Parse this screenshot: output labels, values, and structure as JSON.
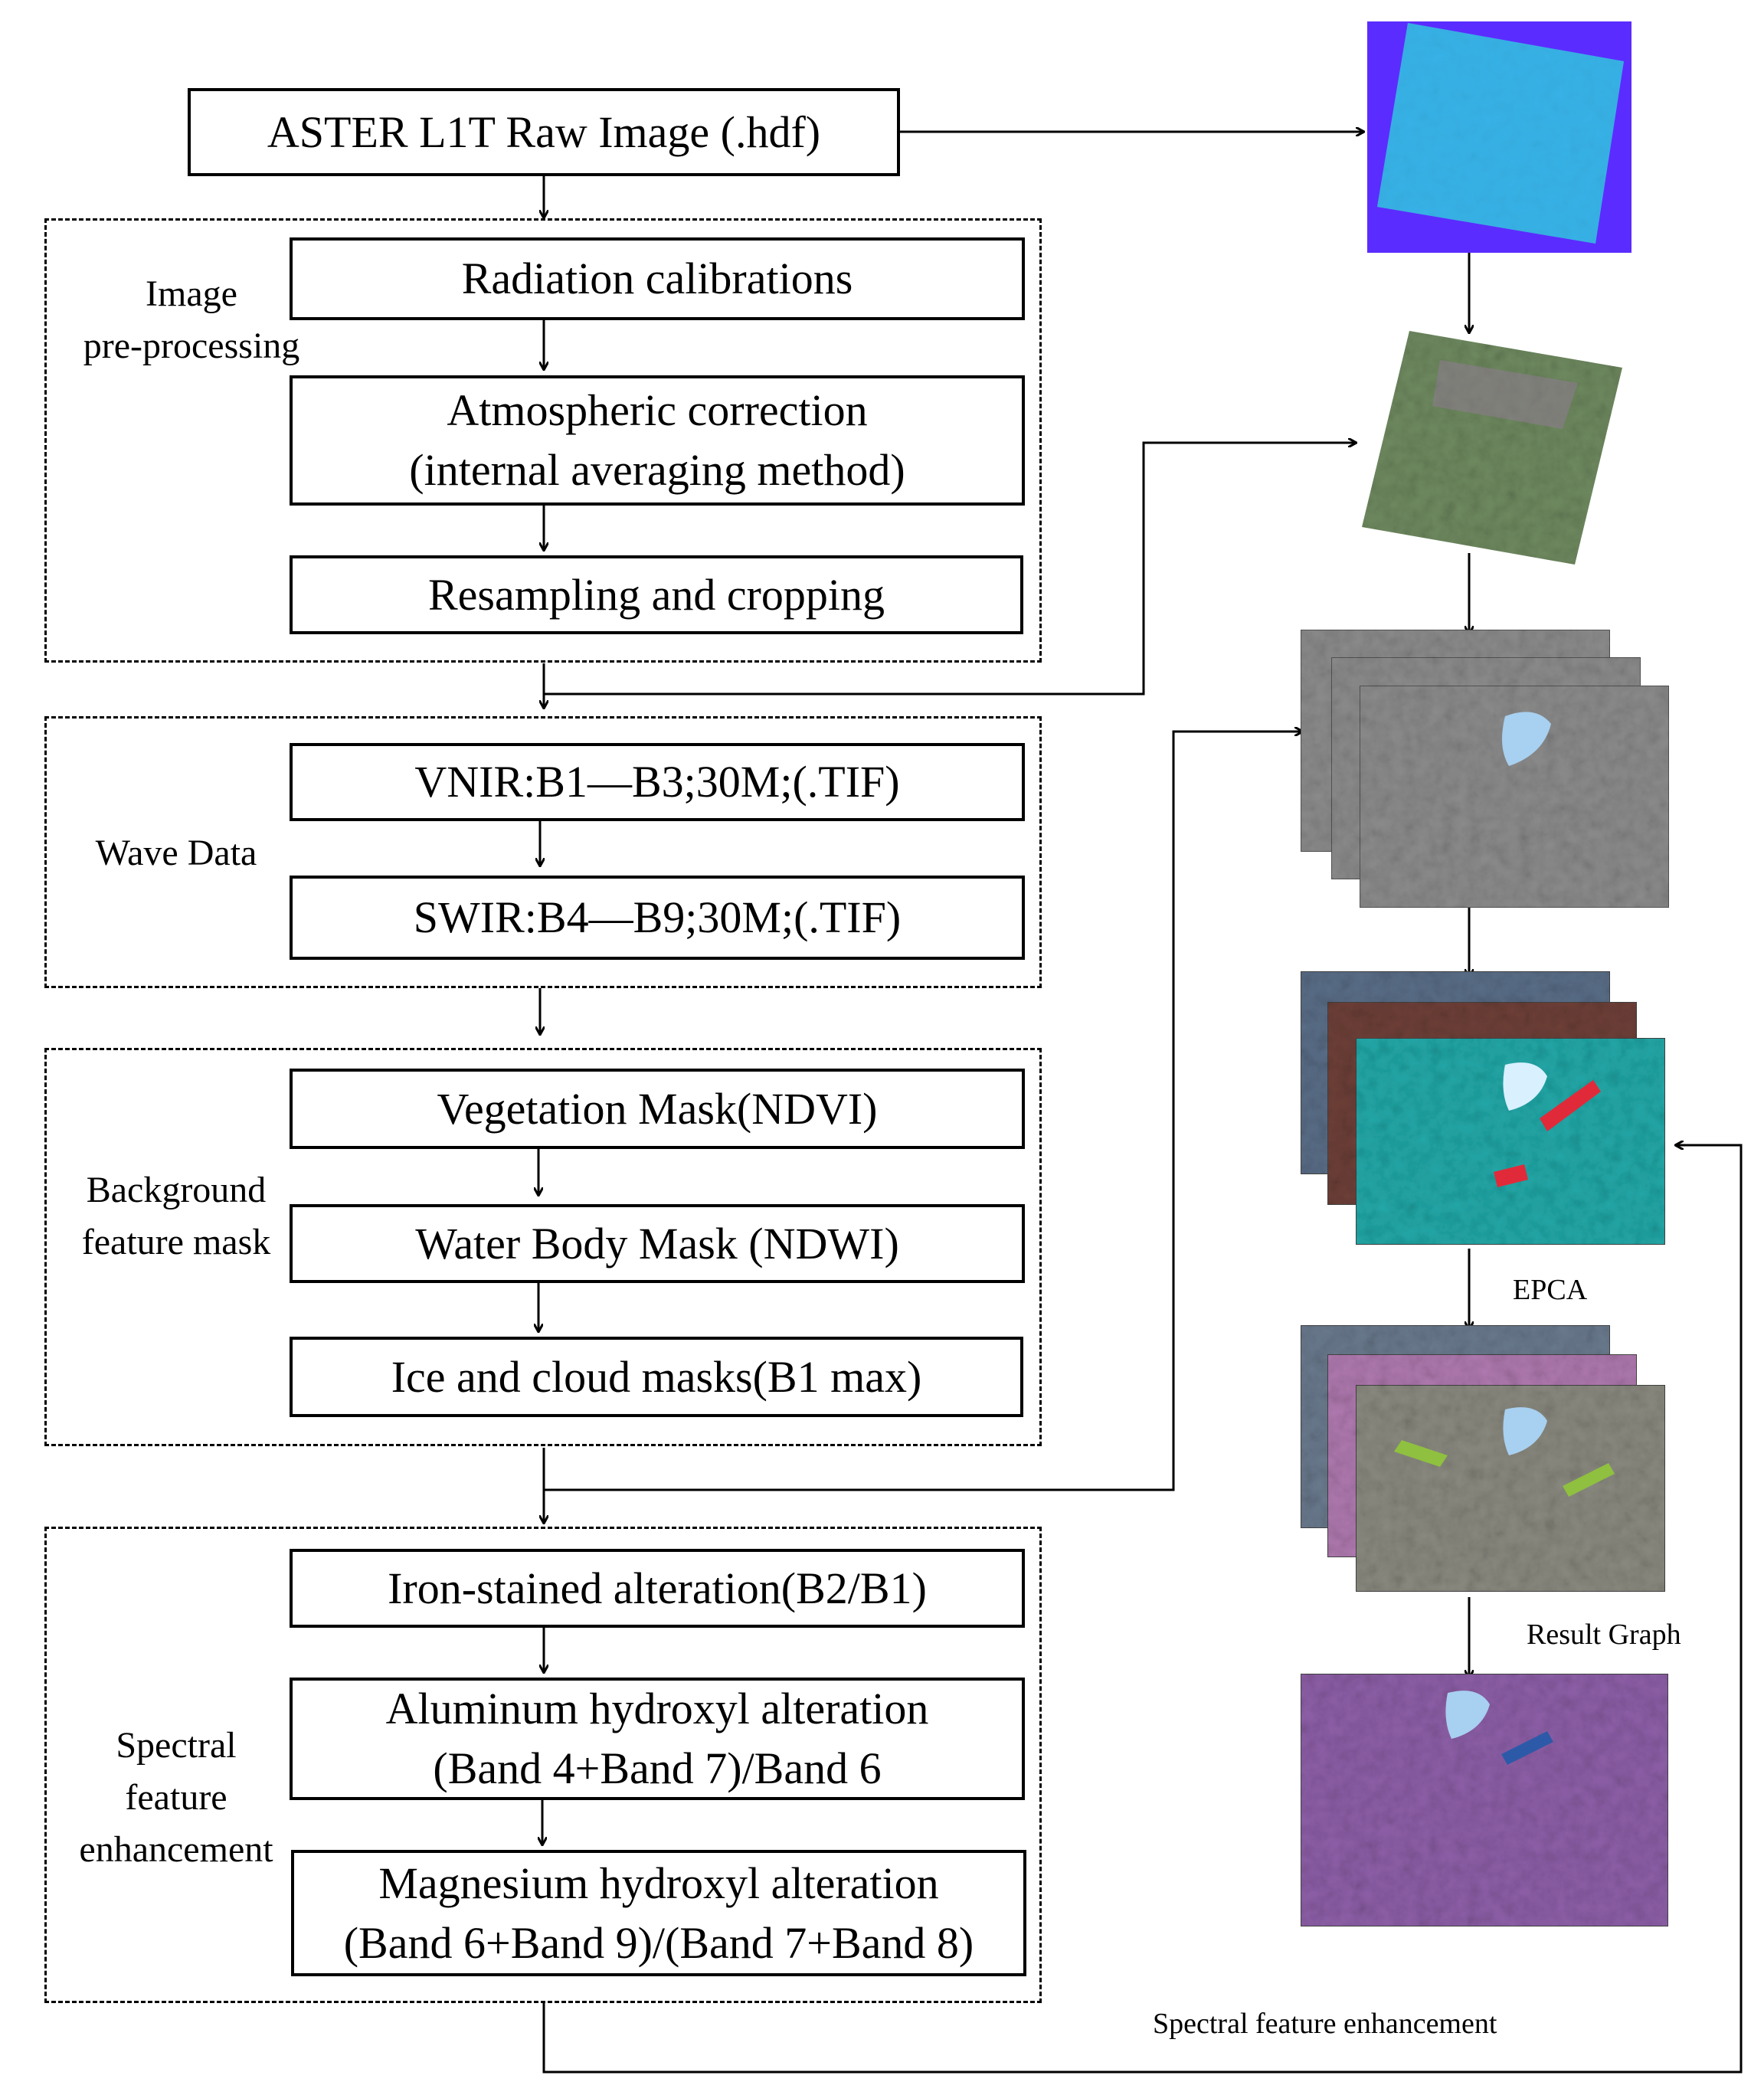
{
  "steps": {
    "raw": "ASTER L1T Raw Image (.hdf)",
    "radiation": "Radiation calibrations",
    "atmos": [
      "Atmospheric correction",
      "(internal averaging method)"
    ],
    "resample": "Resampling and cropping",
    "vnir": "VNIR:B1—B3;30M;(.TIF)",
    "swir": "SWIR:B4—B9;30M;(.TIF)",
    "veg": "Vegetation Mask(NDVI)",
    "water": "Water Body Mask (NDWI)",
    "ice": "Ice and cloud masks(B1 max)",
    "iron": "Iron-stained alteration(B2/B1)",
    "aluminum": [
      "Aluminum hydroxyl alteration",
      "(Band 4+Band 7)/Band 6"
    ],
    "magnesium": [
      "Magnesium hydroxyl alteration",
      "(Band 6+Band 9)/(Band 7+Band 8)"
    ]
  },
  "groups": {
    "preprocess": [
      "Image",
      "pre-processing"
    ],
    "wave": [
      "Wave Data"
    ],
    "background": [
      "Background",
      "feature mask"
    ],
    "spectral": [
      "Spectral",
      "feature",
      "enhancement"
    ]
  },
  "captions": {
    "epca": "EPCA",
    "result": "Result Graph",
    "spectral_enh": "Spectral feature enhancement"
  },
  "colors": {
    "raw_frame": "#5b2cff",
    "raw_fill": "#3fc0f0",
    "natural_color": "#6f8a60",
    "gray_band": "#8c8c8c",
    "blue_band": "#5a6e88",
    "brown_band": "#6e4038",
    "cyan_band": "#22a8a8",
    "red_anomaly": "#e02a3a",
    "pink_band": "#b07ab0",
    "green_anomaly": "#8fc040",
    "purple_result": "#8e5fa8",
    "snow": "#a8d0f0"
  }
}
